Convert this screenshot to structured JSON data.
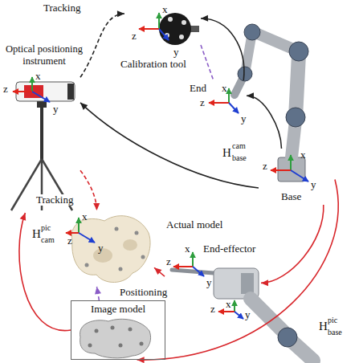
{
  "diagram": {
    "nodes": [
      {
        "text": [
          "Optical positioning instrument"
        ]
      },
      {
        "text": [
          "Calibration tool"
        ]
      },
      {
        "text": [
          "End"
        ]
      },
      {
        "text": [
          "Base"
        ]
      },
      {
        "text": [
          "Actual model"
        ]
      },
      {
        "text": [
          "End-effector"
        ]
      },
      {
        "text": [
          "Image model"
        ]
      }
    ],
    "edges": [
      {
        "from": 0,
        "to": 1,
        "arrow": "to",
        "label": "Tracking"
      },
      {
        "from": 2,
        "to": 1,
        "arrow": "to"
      },
      {
        "from": 1,
        "to": 2,
        "arrow": "none"
      },
      {
        "from": 3,
        "to": 0,
        "arrow": "to",
        "label": "H"
      },
      {
        "from": 3,
        "to": 2,
        "arrow": "to"
      },
      {
        "from": 0,
        "to": 4,
        "arrow": "to",
        "label": "Tracking"
      },
      {
        "from": 5,
        "to": 4,
        "arrow": "to",
        "label": "Positioning"
      },
      {
        "from": 6,
        "to": 4,
        "arrow": "to"
      },
      {
        "from": 6,
        "to": 0,
        "arrow": "to",
        "label": "H"
      },
      {
        "from": 3,
        "to": 6,
        "arrow": "to",
        "label": "H"
      },
      {
        "from": 3,
        "to": 5,
        "arrow": "to"
      }
    ],
    "labels": [
      "x",
      "z",
      "y",
      "x",
      "z",
      "y",
      "x",
      "z",
      "y",
      "x",
      "z",
      "y",
      "cam",
      "base",
      "x",
      "z",
      "y",
      "pic",
      "cam",
      "x",
      "z",
      "y",
      "x",
      "z",
      "y",
      "pic",
      "base"
    ]
  }
}
